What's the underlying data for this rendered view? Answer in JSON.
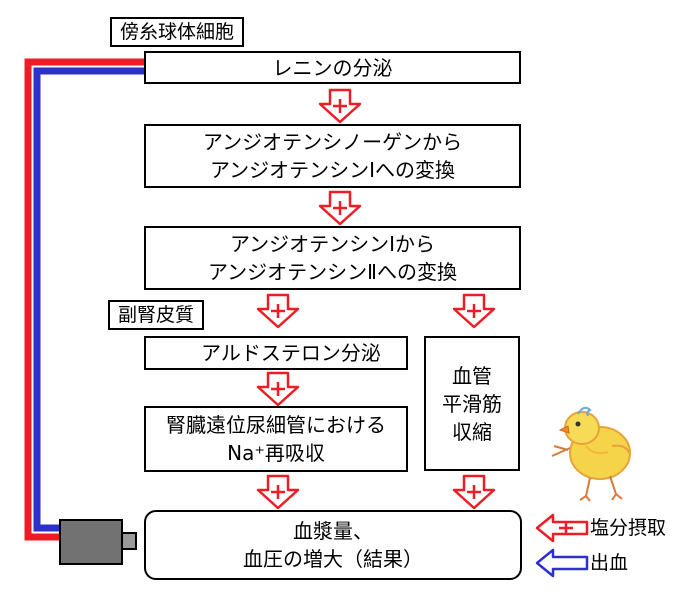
{
  "labels": {
    "juxtaglomerular": "傍糸球体細胞",
    "adrenal_cortex": "副腎皮質"
  },
  "boxes": {
    "renin": "レニンの分泌",
    "step1": "アンジオテンシノーゲンから\nアンジオテンシンⅠへの変換",
    "step2": "アンジオテンシンⅠから\nアンジオテンシンⅡへの変換",
    "aldosterone": "アルドステロン分泌",
    "vasoconstriction": "血管\n平滑筋\n収縮",
    "reabsorption": "腎臓遠位尿細管における\nNa⁺再吸収",
    "result": "血漿量、\n血圧の増大（結果）"
  },
  "legend": {
    "salt_intake": "塩分摂取",
    "bleeding": "出血"
  },
  "colors": {
    "red_path": "#ee1c24",
    "blue_path": "#2e31c9",
    "plus_arrow": "#ee1c24",
    "plus_sign": "#ee1c24",
    "device": "#707070"
  },
  "icons": {
    "plus_arrow": "down-arrow-plus-icon",
    "device": "cylinder-device-icon",
    "chick": "chick-illustration"
  }
}
